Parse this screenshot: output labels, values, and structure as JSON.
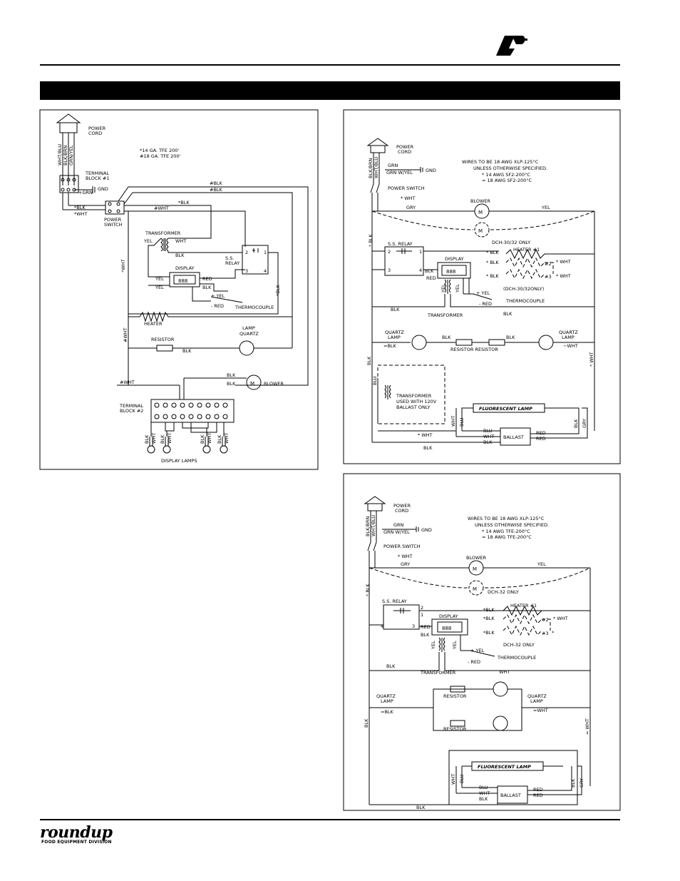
{
  "footer": {
    "brand": "roundup",
    "brand_sub": "FOOD EQUIPMENT DIVISION"
  },
  "d1": {
    "power_cord": [
      "POWER",
      "CORD"
    ],
    "cord_wires": [
      "WHT/BLU",
      "BLK/BRN",
      "GRN/YEL"
    ],
    "gauge_14": "*14 GA. TFE 200'",
    "gauge_18": "#18 GA. TFE 200'",
    "tb1": [
      "TERMINAL",
      "BLOCK #1"
    ],
    "gnd": "+GRN",
    "gnd2": "GND",
    "blk1": "#BLK",
    "blk2": "#BLK",
    "sw_blk": "*BLK",
    "sw_wht": "*WHT",
    "power_switch": [
      "POWER",
      "SWITCH"
    ],
    "blk3": "*BLK",
    "wht1": "#WHT",
    "transformer": "TRANSFORMER",
    "yel": "YEL",
    "wht": "WHT",
    "blk": "BLK",
    "relay": [
      "S.S.",
      "RELAY"
    ],
    "relay_pins": [
      "2",
      "1",
      "3",
      "4"
    ],
    "display": "DISPLAY",
    "digits": "888",
    "red": "RED",
    "blk4": "BLK",
    "plus_yel": "+ YEL",
    "minus_red": "- RED",
    "thermocouple": "THERMOCOUPLE",
    "wht_v": "*WHT",
    "blk_v": "*BLK",
    "heater": "HEATER",
    "wht2": "#WHT",
    "resistor": "RESISTOR",
    "blk5": "BLK",
    "lamp_quartz": [
      "LAMP",
      "QUARTZ"
    ],
    "wht3": "#WHT",
    "blower_blk": [
      "BLK",
      "BLK"
    ],
    "blower": "BLOWER",
    "motor": "M",
    "tb2": [
      "TERMINAL",
      "BLOCK #2"
    ],
    "lamp_wires": [
      "BLK",
      "WHT",
      "BLK",
      "WHT",
      "BLK",
      "WHT",
      "BLK",
      "WHT"
    ],
    "display_lamps": "DISPLAY LAMPS"
  },
  "d2": {
    "power_cord": [
      "POWER",
      "CORD"
    ],
    "cord_wires": [
      "BLK/BRN",
      "WHT/BLU"
    ],
    "grn": "GRN",
    "grn_wyel": "GRN W/YEL",
    "gnd": "GND",
    "note": [
      "WIRES TO BE 18 AWG XLP-125°C",
      "UNLESS OTHERWISE SPECIFIED.",
      "* 14 AWG SF2-200°C",
      "= 18 AWG SF2-200°C"
    ],
    "power_switch": "POWER SWITCH",
    "wht_star": "* WHT",
    "blower": "BLOWER",
    "gry": "GRY",
    "yel": "YEL",
    "motor": "M",
    "dch": "DCH-30/32 ONLY",
    "blk_left": "* BLK",
    "relay": "S.S. RELAY",
    "relay_pins": [
      "2",
      "1",
      "3",
      "4"
    ],
    "display": "DISPLAY",
    "digits": "888",
    "blk": "BLK",
    "red": "RED",
    "heater": "HEATER #1",
    "heater_blk": [
      "* BLK",
      "* BLK",
      "* BLK"
    ],
    "heater_wht": [
      "* WHT",
      "* WHT"
    ],
    "heater_nums": [
      "#2",
      "#3"
    ],
    "heater_dch": "(DCH-30/32ONLY)",
    "plus_yel": "+ YEL",
    "minus_red": "- RED",
    "thermocouple": "THERMOCOUPLE",
    "yel_v": "YEL",
    "transformer": "TRANSFORMER",
    "blk2": "BLK",
    "blk3": "BLK",
    "quartz_lamp_l": [
      "QUARTZ",
      "LAMP"
    ],
    "quartz_lamp_r": [
      "QUARTZ",
      "LAMP"
    ],
    "eq_blk": "=BLK",
    "minus_wht": "−WHT",
    "blk4": "BLK",
    "blk5": "BLK",
    "resistor_resistor": "RESISTOR  RESISTOR",
    "wht_v": "* WHT",
    "blk_v": "BLK",
    "blu": "BLU",
    "tr2": [
      "TRANSFORMER",
      "USED WITH 120V",
      "BALLAST ONLY"
    ],
    "fluor": "FLUORESCENT LAMP",
    "wht_b": "WHT",
    "blu_b": "BLU",
    "blu2": "BLU",
    "wht2": "WHT",
    "blk6": "BLK",
    "ballast": "BALLAST",
    "red1": "RED",
    "red2": "RED",
    "blk_gry": [
      "BLK",
      "GRY"
    ],
    "wht_star2": "* WHT",
    "blk_bottom": "BLK"
  },
  "d3": {
    "power_cord": [
      "POWER",
      "CORD"
    ],
    "cord_wires": [
      "BLK/BRN",
      "WHT/BLU"
    ],
    "grn": "GRN",
    "grn_wyel": "GRN W/YEL",
    "gnd": "GND",
    "note": [
      "WIRES TO BE 18 AWG XLP-125°C",
      "UNLESS OTHERWISE SPECIFIED.",
      "* 14 AWG TFE-200°C",
      "= 18 AWG TFE-200°C"
    ],
    "power_switch": "POWER SWITCH",
    "wht_star": "* WHT",
    "blower": "BLOWER",
    "gry": "GRY",
    "yel": "YEL",
    "motor": "M",
    "dch": "DCH-32 ONLY",
    "blk_left": "* BLK",
    "relay": "S.S. RELAY",
    "relay_pins": [
      "2",
      "1",
      "3",
      "4"
    ],
    "display": "DISPLAY",
    "digits": "888",
    "red": "RED",
    "blk": "BLK",
    "heater": "HEATER #1",
    "heater_blk": [
      "*BLK",
      "*BLK",
      "*BLK"
    ],
    "heater_wht": "* WHT",
    "heater_nums": [
      "#2",
      "#3"
    ],
    "heater_star": "*",
    "heater_dch": "DCH-32 ONLY",
    "yel_v": "YEL",
    "plus_yel": "+ YEL",
    "minus_red": "- RED",
    "thermocouple": "THERMOCOUPLE",
    "blk2": "BLK",
    "transformer": "TRANSFORMER",
    "wht": "WHT",
    "resistor1": "RESISTOR",
    "resistor2": "RESISTOR",
    "quartz_lamp_l": [
      "QUARTZ",
      "LAMP"
    ],
    "quartz_lamp_r": [
      "QUARTZ",
      "LAMP"
    ],
    "eq_blk": "=BLK",
    "eq_wht": "=WHT",
    "blk_v": "BLK",
    "wht_v": "= WHT",
    "fluor": "FLUORESCENT LAMP",
    "wht_b": "WHT",
    "blu_b": "BLU",
    "blu2": "BLU",
    "wht2": "WHT",
    "blk6": "BLK",
    "ballast": "BALLAST",
    "red1": "RED",
    "red2": "RED",
    "blk_gry": [
      "BLK",
      "GRY"
    ],
    "blk_bottom": "BLK"
  }
}
